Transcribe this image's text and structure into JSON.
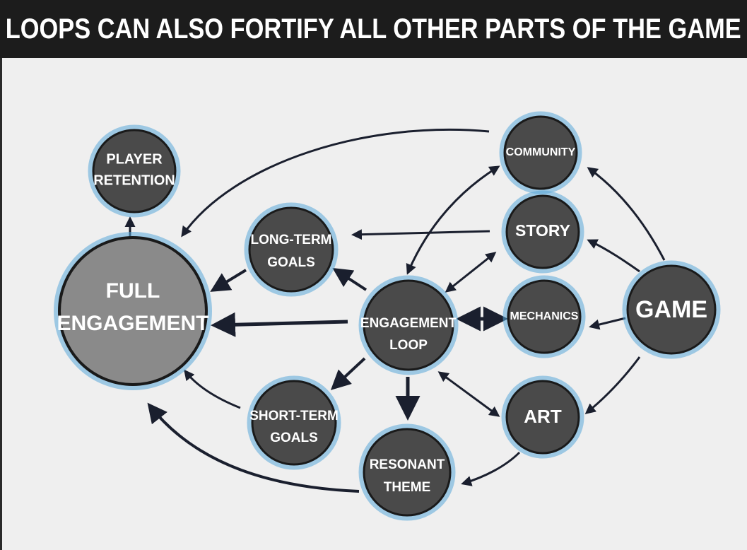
{
  "title": "LOOPS CAN ALSO FORTIFY ALL OTHER PARTS OF THE GAME",
  "colors": {
    "node_fill": "#4a4a4a",
    "big_node_fill": "#8a8a8a",
    "outline_glow": "#5aa8d8",
    "stroke": "#1a1a1a",
    "arrow": "#1a1f2e",
    "background": "#efefef",
    "title_bar": "#1c1c1c"
  },
  "nodes": {
    "player_retention": [
      "PLAYER",
      "RETENTION"
    ],
    "full_engagement": [
      "FULL",
      "ENGAGEMENT"
    ],
    "long_term_goals": [
      "LONG-TERM",
      "GOALS"
    ],
    "short_term_goals": [
      "SHORT-TERM",
      "GOALS"
    ],
    "engagement_loop": [
      "ENGAGEMENT",
      "LOOP"
    ],
    "resonant_theme": [
      "RESONANT",
      "THEME"
    ],
    "community": [
      "COMMUNITY"
    ],
    "story": [
      "STORY"
    ],
    "mechanics": [
      "MECHANICS"
    ],
    "art": [
      "ART"
    ],
    "game": [
      "GAME"
    ]
  }
}
